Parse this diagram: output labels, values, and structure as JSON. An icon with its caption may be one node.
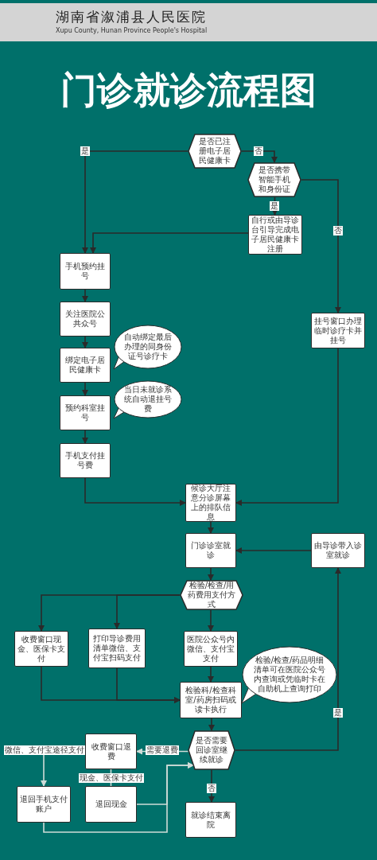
{
  "diagram": {
    "title": "门诊就诊流程图",
    "nodes": [
      {
        "text": [
          "是否已注册电子居民健康卡"
        ]
      },
      {
        "text": [
          "是否携带智能手机和身份证"
        ]
      },
      {
        "text": [
          "自行或由导诊台引导完成电子居民健康卡注册"
        ]
      },
      {
        "text": [
          "手机预约挂号"
        ]
      },
      {
        "text": [
          "关注医院公共众号"
        ]
      },
      {
        "text": [
          "绑定电子居民健康卡"
        ]
      },
      {
        "text": [
          "自动绑定最后办理的同身份证号诊疗卡"
        ]
      },
      {
        "text": [
          "预约科室挂号"
        ]
      },
      {
        "text": [
          "当日未就诊系统自动退挂号费"
        ]
      },
      {
        "text": [
          "手机支付挂号费"
        ]
      },
      {
        "text": [
          "挂号窗口办理临时诊疗卡并挂号"
        ]
      },
      {
        "text": [
          "候诊大厅注意分诊屏幕上的排队信息"
        ]
      },
      {
        "text": [
          "门诊诊室就诊"
        ]
      },
      {
        "text": [
          "由导诊带入诊室就诊"
        ]
      },
      {
        "text": [
          "检验/检查/用药费用支付方式"
        ]
      },
      {
        "text": [
          "收费窗口现金、医保卡支付"
        ]
      },
      {
        "text": [
          "打印导诊费用清单微信、支付宝扫码支付"
        ]
      },
      {
        "text": [
          "医院公众号内微信、支付宝支付"
        ]
      },
      {
        "text": [
          "检验/检查/药品明细清单可在医院公众号内查询或凭临时卡在自助机上查询打印"
        ]
      },
      {
        "text": [
          "检验科/检查科室/药房扫码或读卡执行"
        ]
      },
      {
        "text": [
          "是否需要回诊室继续就诊"
        ]
      },
      {
        "text": [
          "收费窗口退费"
        ]
      },
      {
        "text": [
          "退回手机支付账户"
        ]
      },
      {
        "text": [
          "退回现金"
        ]
      },
      {
        "text": [
          "就诊结束离院"
        ]
      }
    ],
    "edges": [
      {
        "from": 0,
        "to": 3,
        "arrow": "to",
        "label": "是"
      },
      {
        "from": 0,
        "to": 1,
        "arrow": "to",
        "label": "否"
      },
      {
        "from": 1,
        "to": 2,
        "arrow": "to",
        "label": "是"
      },
      {
        "from": 2,
        "to": 3,
        "arrow": "to"
      },
      {
        "from": 1,
        "to": 10,
        "arrow": "to",
        "label": "否"
      },
      {
        "from": 3,
        "to": 4,
        "arrow": "to"
      },
      {
        "from": 4,
        "to": 5,
        "arrow": "to"
      },
      {
        "from": 5,
        "to": 7,
        "arrow": "to"
      },
      {
        "from": 7,
        "to": 9,
        "arrow": "to"
      },
      {
        "from": 9,
        "to": 11,
        "arrow": "to"
      },
      {
        "from": 10,
        "to": 11,
        "arrow": "to"
      },
      {
        "from": 11,
        "to": 12,
        "arrow": "to"
      },
      {
        "from": 13,
        "to": 12,
        "arrow": "to"
      },
      {
        "from": 12,
        "to": 14,
        "arrow": "to"
      },
      {
        "from": 14,
        "to": 15,
        "arrow": "to"
      },
      {
        "from": 14,
        "to": 16,
        "arrow": "to"
      },
      {
        "from": 14,
        "to": 17,
        "arrow": "to"
      },
      {
        "from": 15,
        "to": 19,
        "arrow": "to"
      },
      {
        "from": 16,
        "to": 19,
        "arrow": "to"
      },
      {
        "from": 17,
        "to": 19,
        "arrow": "to"
      },
      {
        "from": 19,
        "to": 20,
        "arrow": "to"
      },
      {
        "from": 20,
        "to": 13,
        "arrow": "to",
        "label": "是"
      },
      {
        "from": 20,
        "to": 21,
        "arrow": "to",
        "label": "需要退费",
        "color": "#cfdcd8"
      },
      {
        "from": 21,
        "to": 22,
        "arrow": "to",
        "label": "微信、支付宝途径支付",
        "color": "#cfdcd8"
      },
      {
        "from": 21,
        "to": 23,
        "arrow": "none",
        "label": "现金、医保卡支付",
        "color": "#cfdcd8"
      },
      {
        "from": 22,
        "to": 20,
        "arrow": "to",
        "color": "#cfdcd8"
      },
      {
        "from": 23,
        "to": 20,
        "arrow": "to",
        "color": "#cfdcd8"
      },
      {
        "from": 20,
        "to": 24,
        "arrow": "to",
        "label": "否"
      }
    ],
    "labels": [
      "湖南省溆浦县人民医院",
      "Xupu County, Hunan Province People's Hospital"
    ]
  }
}
